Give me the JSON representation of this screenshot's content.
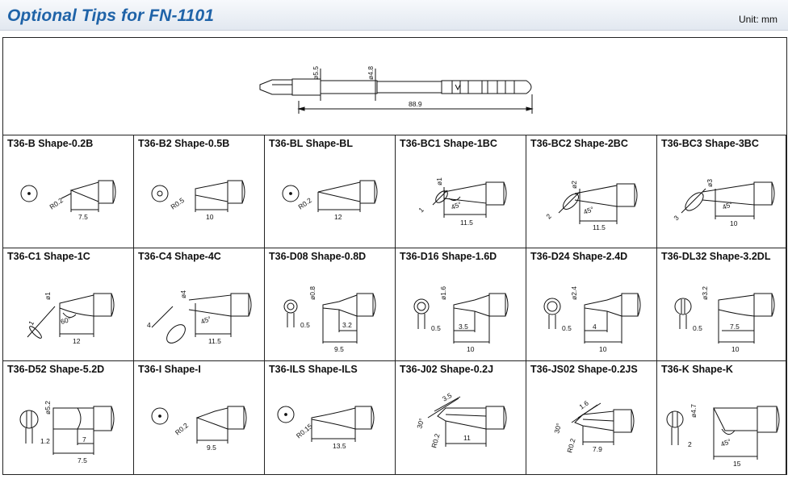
{
  "header": {
    "title": "Optional Tips for FN-1101",
    "unit": "Unit: mm"
  },
  "hero": {
    "dim_diameter_1": "ø5.5",
    "dim_diameter_2": "ø4.8",
    "dim_length": "88.9"
  },
  "tips": [
    {
      "label": "T36-B Shape-0.2B",
      "dims": [
        "R0.2",
        "7.5"
      ]
    },
    {
      "label": "T36-B2 Shape-0.5B",
      "dims": [
        "R0.5",
        "10"
      ]
    },
    {
      "label": "T36-BL Shape-BL",
      "dims": [
        "R0.2",
        "12"
      ]
    },
    {
      "label": "T36-BC1 Shape-1BC",
      "dims": [
        "ø1",
        "1",
        "45°",
        "11.5"
      ]
    },
    {
      "label": "T36-BC2 Shape-2BC",
      "dims": [
        "ø2",
        "2",
        "45°",
        "11.5"
      ]
    },
    {
      "label": "T36-BC3 Shape-3BC",
      "dims": [
        "ø3",
        "3",
        "45°",
        "10"
      ]
    },
    {
      "label": "T36-C1 Shape-1C",
      "dims": [
        "ø1",
        "1",
        "60°",
        "12"
      ]
    },
    {
      "label": "T36-C4 Shape-4C",
      "dims": [
        "ø4",
        "4",
        "45°",
        "11.5"
      ]
    },
    {
      "label": "T36-D08 Shape-0.8D",
      "dims": [
        "ø0.8",
        "0.5",
        "3.2",
        "9.5"
      ]
    },
    {
      "label": "T36-D16 Shape-1.6D",
      "dims": [
        "ø1.6",
        "0.5",
        "3.5",
        "10"
      ]
    },
    {
      "label": "T36-D24 Shape-2.4D",
      "dims": [
        "ø2.4",
        "0.5",
        "4",
        "10"
      ]
    },
    {
      "label": "T36-DL32 Shape-3.2DL",
      "dims": [
        "ø3.2",
        "0.5",
        "7.5",
        "10"
      ]
    },
    {
      "label": "T36-D52 Shape-5.2D",
      "dims": [
        "ø5.2",
        "1.2",
        "7",
        "7.5"
      ]
    },
    {
      "label": "T36-I Shape-I",
      "dims": [
        "R0.2",
        "9.5"
      ]
    },
    {
      "label": "T36-ILS Shape-ILS",
      "dims": [
        "R0.15",
        "13.5"
      ]
    },
    {
      "label": "T36-J02 Shape-0.2J",
      "dims": [
        "3.5",
        "30°",
        "R0.2",
        "11"
      ]
    },
    {
      "label": "T36-JS02 Shape-0.2JS",
      "dims": [
        "1.6",
        "30°",
        "R0.2",
        "7.9"
      ]
    },
    {
      "label": "T36-K Shape-K",
      "dims": [
        "ø4.7",
        "2",
        "45°",
        "15"
      ]
    }
  ]
}
